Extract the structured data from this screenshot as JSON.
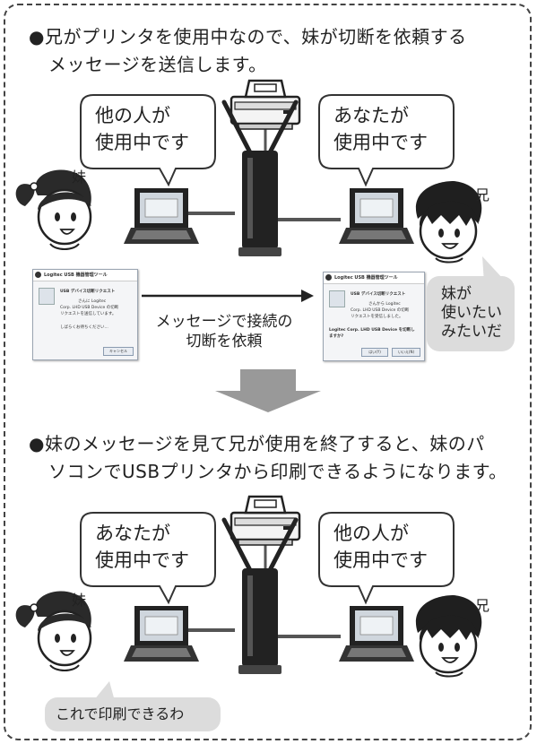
{
  "section1": {
    "caption_line1": "●兄がプリンタを使用中なので、妹が切断を依頼する",
    "caption_line2": "メッセージを送信します。",
    "bubble_left": [
      "他の人が",
      "使用中です"
    ],
    "bubble_right": [
      "あなたが",
      "使用中です"
    ],
    "name_left": "妹",
    "name_right": "兄",
    "arrow_label": [
      "メッセージで接続の",
      "切断を依頼"
    ],
    "thought": [
      "妹が",
      "使いたい",
      "みたいだ"
    ],
    "dialog_left": {
      "title": "Logitec USB 機器管理ツール",
      "heading": "USB デバイス切断リクエスト",
      "body": [
        "さんに Logitec",
        "Corp. LHD USB Device の切断",
        "リクエストを送信しています。"
      ],
      "wait": "しばらくお待ちください...",
      "cancel": "キャンセル"
    },
    "dialog_right": {
      "title": "Logitec USB 機器管理ツール",
      "heading": "USB デバイス切断リクエスト",
      "body": [
        "さんから Logitec",
        "Corp. LHD USB Device の切断",
        "リクエストを受信しました。"
      ],
      "question": [
        "Logitec Corp. LHD USB Device を切断し",
        "ますか?"
      ],
      "yes": "はい(Y)",
      "no": "いいえ(N)"
    }
  },
  "section2": {
    "caption_line1": "●妹のメッセージを見て兄が使用を終了すると、妹のパ",
    "caption_line2": "ソコンでUSBプリンタから印刷できるようになります。",
    "bubble_left": [
      "あなたが",
      "使用中です"
    ],
    "bubble_right": [
      "他の人が",
      "使用中です"
    ],
    "name_left": "妹",
    "name_right": "兄",
    "speech": "これで印刷できるわ"
  },
  "colors": {
    "gray_bubble": "#dcdcdc",
    "big_arrow": "#999999",
    "line": "#555555"
  }
}
